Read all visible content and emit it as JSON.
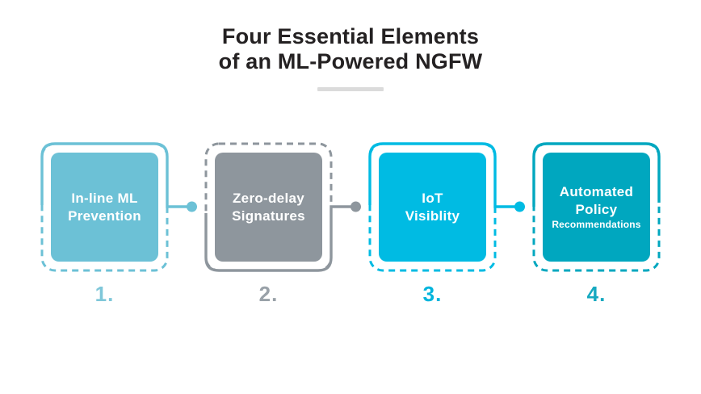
{
  "title": {
    "line1": "Four Essential Elements",
    "line2": "of an ML-Powered NGFW"
  },
  "cards": [
    {
      "key": "inline-ml-prevention",
      "lines": [
        "In-line ML",
        "Prevention"
      ],
      "number": "1.",
      "variant": "top",
      "connector": true,
      "colors": {
        "fill": "#6cc1d6",
        "stroke": "#6cc1d6",
        "dot": "#6cc1d6",
        "number": "#7fc7d9"
      }
    },
    {
      "key": "zero-delay-signatures",
      "lines": [
        "Zero-delay",
        "Signatures"
      ],
      "number": "2.",
      "variant": "bottom",
      "connector": true,
      "colors": {
        "fill": "#8e969d",
        "stroke": "#8e969d",
        "dot": "#8e969d",
        "number": "#99a1a8"
      }
    },
    {
      "key": "iot-visiblity",
      "lines": [
        "IoT",
        "Visiblity"
      ],
      "number": "3.",
      "variant": "top",
      "connector": true,
      "colors": {
        "fill": "#00bbe3",
        "stroke": "#00bbe3",
        "dot": "#00bbe3",
        "number": "#00b4dc"
      }
    },
    {
      "key": "automated-policy-recommendations",
      "lines": [
        "Automated",
        "Policy"
      ],
      "small_line": "Recommendations",
      "number": "4.",
      "variant": "top-end",
      "connector": false,
      "colors": {
        "fill": "#00a7bf",
        "stroke": "#00a7bf",
        "dot": "#00a7bf",
        "number": "#16a9c0"
      }
    }
  ]
}
